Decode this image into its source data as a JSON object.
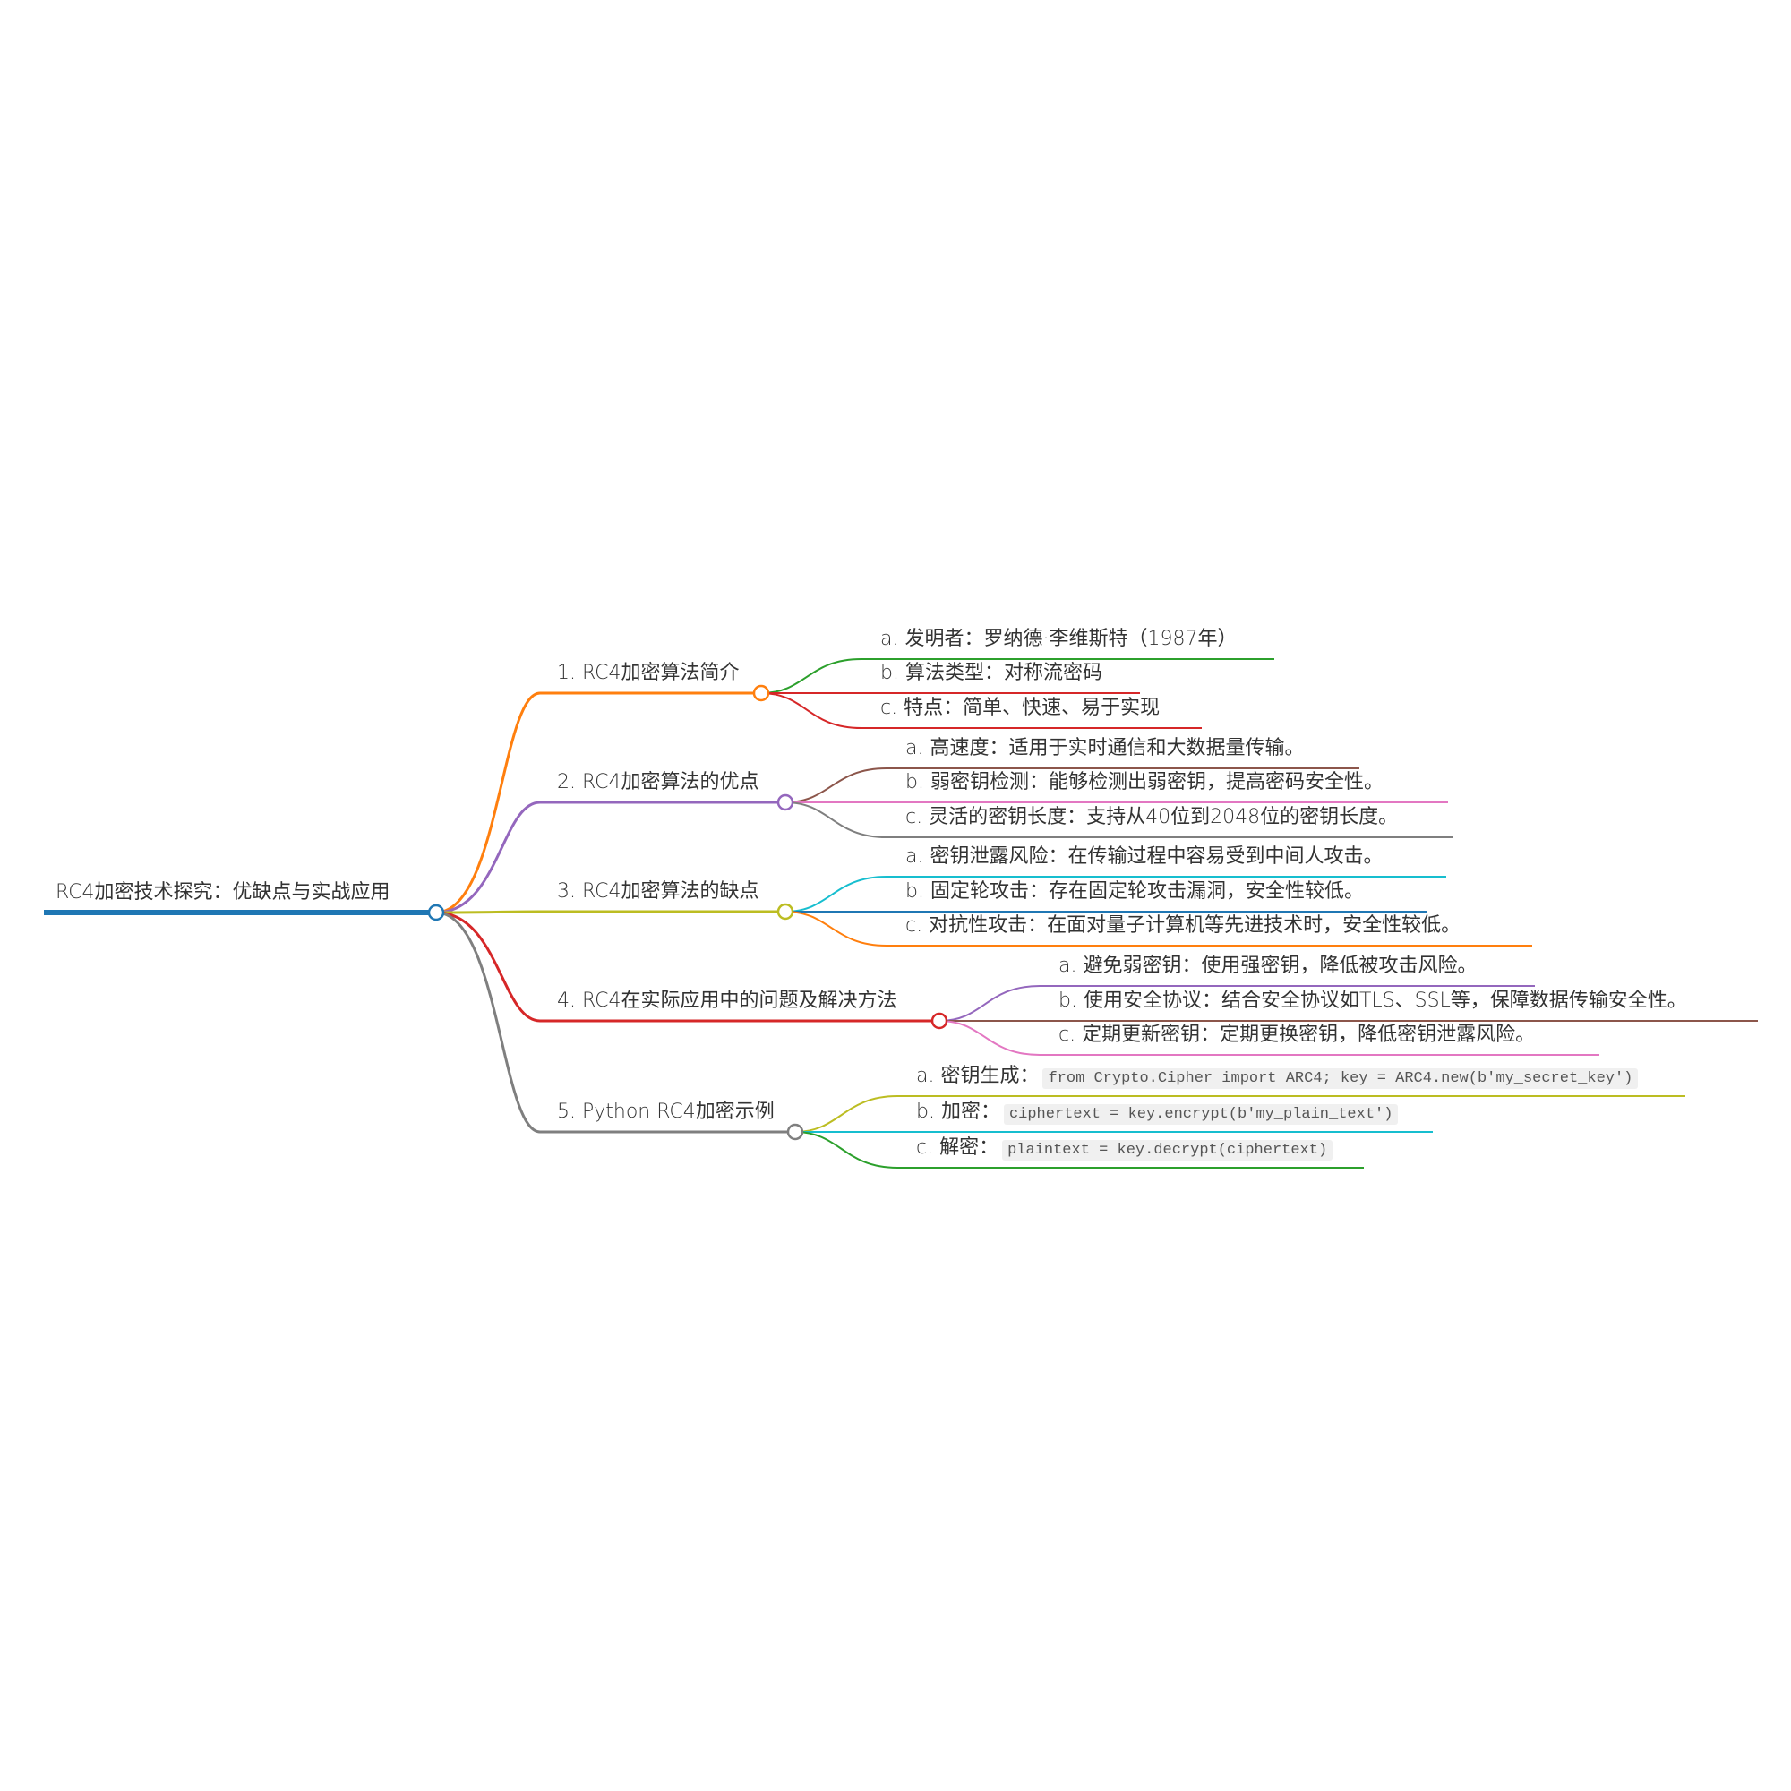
{
  "root": {
    "label": "RC4加密技术探究：优缺点与实战应用",
    "color": "#1f77b4"
  },
  "branches": [
    {
      "label": "1. RC4加密算法简介",
      "color": "#ff7f0e",
      "children": [
        {
          "label": "a. 发明者：罗纳德·李维斯特（1987年）",
          "color": "#2ca02c"
        },
        {
          "label": "b. 算法类型：对称流密码",
          "color": "#d62728"
        },
        {
          "label": "c. 特点：简单、快速、易于实现",
          "color": "#d62728"
        }
      ]
    },
    {
      "label": "2. RC4加密算法的优点",
      "color": "#9467bd",
      "children": [
        {
          "label": "a. 高速度：适用于实时通信和大数据量传输。",
          "color": "#8c564b"
        },
        {
          "label": "b. 弱密钥检测：能够检测出弱密钥，提高密码安全性。",
          "color": "#e377c2"
        },
        {
          "label": "c. 灵活的密钥长度：支持从40位到2048位的密钥长度。",
          "color": "#7f7f7f"
        }
      ]
    },
    {
      "label": "3. RC4加密算法的缺点",
      "color": "#bcbd22",
      "children": [
        {
          "label": "a. 密钥泄露风险：在传输过程中容易受到中间人攻击。",
          "color": "#17becf"
        },
        {
          "label": "b. 固定轮攻击：存在固定轮攻击漏洞，安全性较低。",
          "color": "#1f77b4"
        },
        {
          "label": "c. 对抗性攻击：在面对量子计算机等先进技术时，安全性较低。",
          "color": "#ff7f0e"
        }
      ]
    },
    {
      "label": "4. RC4在实际应用中的问题及解决方法",
      "color": "#d62728",
      "children": [
        {
          "label": "a. 避免弱密钥：使用强密钥，降低被攻击风险。",
          "color": "#9467bd"
        },
        {
          "label": "b. 使用安全协议：结合安全协议如TLS、SSL等，保障数据传输安全性。",
          "color": "#8c564b"
        },
        {
          "label": "c. 定期更新密钥：定期更换密钥，降低密钥泄露风险。",
          "color": "#e377c2"
        }
      ]
    },
    {
      "label": "5. Python RC4加密示例",
      "color": "#7f7f7f",
      "children": [
        {
          "label": "a. 密钥生成：",
          "code": "from Crypto.Cipher import ARC4; key = ARC4.new(b'my_secret_key')",
          "color": "#bcbd22"
        },
        {
          "label": "b. 加密：",
          "code": "ciphertext = key.encrypt(b'my_plain_text')",
          "color": "#17becf"
        },
        {
          "label": "c. 解密：",
          "code": "plaintext = key.decrypt(ciphertext)",
          "color": "#2ca02c"
        }
      ]
    }
  ]
}
